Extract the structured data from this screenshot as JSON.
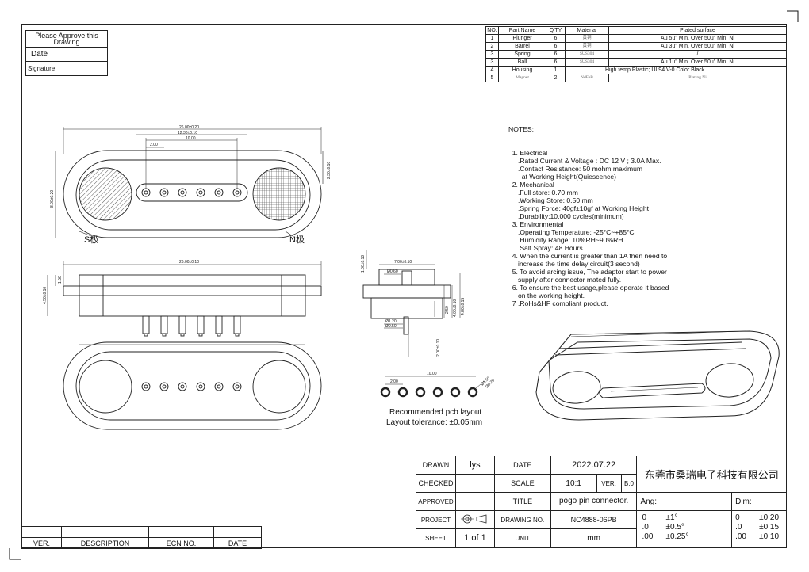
{
  "approval": {
    "title": "Please Approve this Drawing",
    "date_label": "Date",
    "signature_label": "Signature"
  },
  "parts_table": {
    "headers": [
      "NO.",
      "Part Name",
      "Q'TY",
      "Material",
      "Plated surface"
    ],
    "rows": [
      [
        "1",
        "Plunger",
        "6",
        "黄铜",
        "Au 5u\" Min. Over 50u\" Min. Ni"
      ],
      [
        "2",
        "Barrel",
        "6",
        "黄铜",
        "Au 3u\" Min. Over 50u\" Min. Ni"
      ],
      [
        "3",
        "Spring",
        "6",
        "SUS304",
        "/"
      ],
      [
        "3",
        "Ball",
        "6",
        "SUS304",
        "Au 1u\" Min. Over 50u\" Min. Ni"
      ],
      [
        "4",
        "Housing",
        "1",
        "High temp.Plastic; UL94 V-0 Color Black",
        ""
      ],
      [
        "5",
        "Magnet",
        "2",
        "NdFeB",
        "Plating Ni"
      ]
    ]
  },
  "notes": {
    "heading": "NOTES:",
    "lines": [
      "  1. Electrical",
      "     .Rated Current & Voltage : DC 12 V ; 3.0A Max.",
      "     .Contact Resistance: 50 mohm maximum",
      "       at Working Height(Quiescence)",
      "  2. Mechanical",
      "     .Full store: 0.70 mm",
      "     .Working Store: 0.50 mm",
      "     .Spring Force: 40gf±10gf at Working Height",
      "     .Durability:10,000 cycles(minimum)",
      "  3. Environmental",
      "     .Operating Temperature: -25°C~+85°C",
      "     .Humidity Range: 10%RH~90%RH",
      "     .Salt Spray: 48 Hours",
      "  4. When the current is greater than 1A then need to",
      "     increase the time delay circuit(3 second)",
      "  5. To avoid arcing issue, The adaptor start to power",
      "     supply after connector mated fully.",
      "  6. To ensure the best usage,please operate it based",
      "     on the working height.",
      "  7 .RoHs&HF compliant product."
    ]
  },
  "drawing_labels": {
    "s_pole": "S极",
    "n_pole": "N极",
    "pcb_layout": "Recommended pcb layout",
    "tolerance": "Layout tolerance: ±0.05mm",
    "dims": {
      "top_overall": "26.00±0.20",
      "top_pitch_total": "12.30±0.10",
      "top_inner": "10.00",
      "top_pitch": "2.00",
      "top_height": "8.00±0.20",
      "top_right": "2.30±0.10",
      "side_overall": "26.00±0.10",
      "side_left1": "4.50±0.10",
      "side_left2": "1.50",
      "sec_width": "7.00±0.10",
      "sec_top": "1.00±0.10",
      "sec_d1": "Ø0.60",
      "sec_d2": "Ø1.20",
      "sec_d3": "Ø0.50",
      "sec_r1": "2.50",
      "sec_r2": "4.00±0.10",
      "sec_r3": "4.80±0.15",
      "sec_bottom": "2.00±0.10",
      "pcb_total": "10.00",
      "pcb_pitch": "2.00",
      "pcb_dia": "Ø1.50",
      "pcb_dia2": "Ø0.70"
    }
  },
  "title_block": {
    "drawn_label": "DRAWN",
    "drawn_value": "lys",
    "date_label": "DATE",
    "date_value": "2022.07.22",
    "company": "东莞市桑瑞电子科技有限公司",
    "checked_label": "CHECKED",
    "scale_label": "SCALE",
    "scale_value": "10:1",
    "ver_label": "VER.",
    "ver_value": "B.0",
    "approved_label": "APPROVED",
    "title_label": "TITLE",
    "title_value": "pogo pin connector.",
    "ang_label": "Ang:",
    "dim_label": "Dim:",
    "project_label": "PROJECT",
    "drawing_no_label": "DRAWING NO.",
    "drawing_no_value": "NC4888-06PB",
    "sheet_label": "SHEET",
    "sheet_value": "1  of  1",
    "unit_label": "UNIT",
    "unit_value": "mm",
    "ang_tol": [
      [
        "0",
        "±1°"
      ],
      [
        ".0",
        "±0.5°"
      ],
      [
        ".00",
        "±0.25°"
      ]
    ],
    "dim_tol": [
      [
        "0",
        "±0.20"
      ],
      [
        ".0",
        "±0.15"
      ],
      [
        ".00",
        "±0.10"
      ]
    ]
  },
  "revision_block": {
    "headers": [
      "VER.",
      "DESCRIPTION",
      "ECN NO.",
      "DATE"
    ]
  }
}
